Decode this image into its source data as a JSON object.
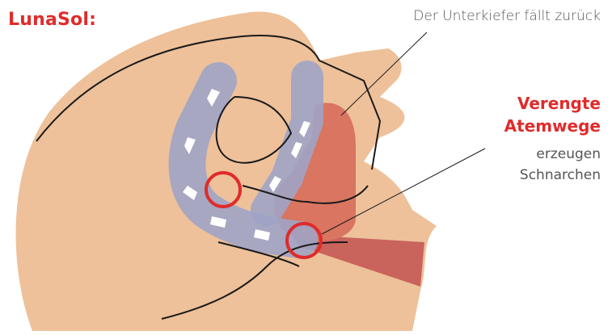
{
  "brand": {
    "name": "LunaSol:"
  },
  "labels": {
    "jaw": "Der Unterkiefer fällt zurück",
    "narrow_line1": "Verengte",
    "narrow_line2": "Atemwege",
    "effect_line1": "erzeugen",
    "effect_line2": "Schnarchen"
  },
  "colors": {
    "accent": "#e02b2b",
    "skin": "#eec19a",
    "airway": "#9ea4c6",
    "tongue": "#d97560",
    "throat": "#c9645d",
    "outline": "#1a1a1a",
    "text_gray": "#555555"
  }
}
